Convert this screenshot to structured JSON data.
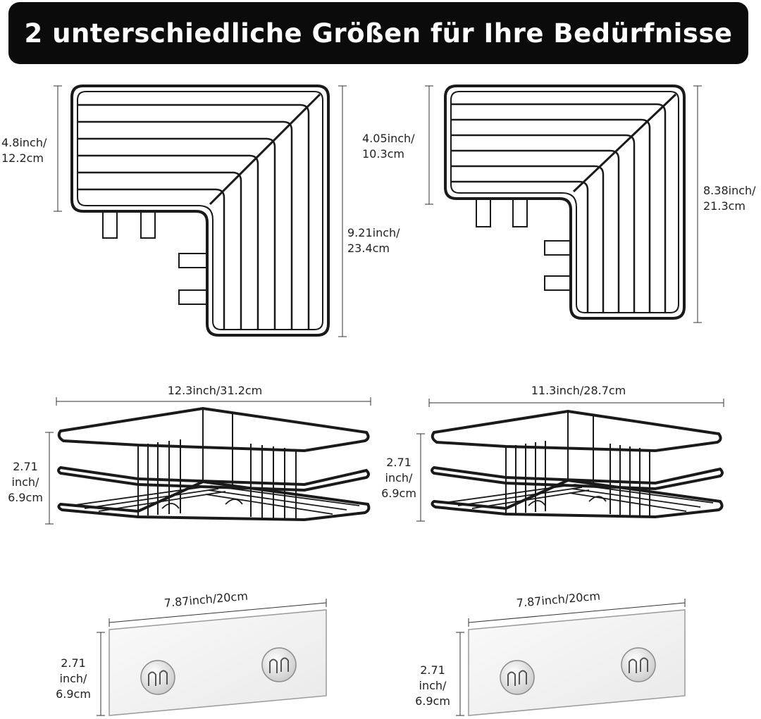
{
  "banner": {
    "title": "2 unterschiedliche Größen für Ihre Bedürfnisse"
  },
  "colors": {
    "banner_bg": "#0b0b0b",
    "banner_text": "#ffffff",
    "wire": "#1a1a1a",
    "dimension_line": "#333333",
    "label_text": "#222222"
  },
  "large": {
    "top_depth": {
      "line1": "4.8inch/",
      "line2": "12.2cm"
    },
    "top_length": {
      "line1": "9.21inch/",
      "line2": "23.4cm"
    },
    "width": "12.3inch/31.2cm",
    "height": {
      "line1": "2.71",
      "line2": "inch/",
      "line3": "6.9cm"
    },
    "adhesive_width": "7.87inch/20cm",
    "adhesive_height": {
      "line1": "2.71",
      "line2": "inch/",
      "line3": "6.9cm"
    }
  },
  "small": {
    "top_depth": {
      "line1": "4.05inch/",
      "line2": "10.3cm"
    },
    "top_length": {
      "line1": "8.38inch/",
      "line2": "21.3cm"
    },
    "width": "11.3inch/28.7cm",
    "height": {
      "line1": "2.71",
      "line2": "inch/",
      "line3": "6.9cm"
    },
    "adhesive_width": "7.87inch/20cm",
    "adhesive_height": {
      "line1": "2.71",
      "line2": "inch/",
      "line3": "6.9cm"
    }
  }
}
